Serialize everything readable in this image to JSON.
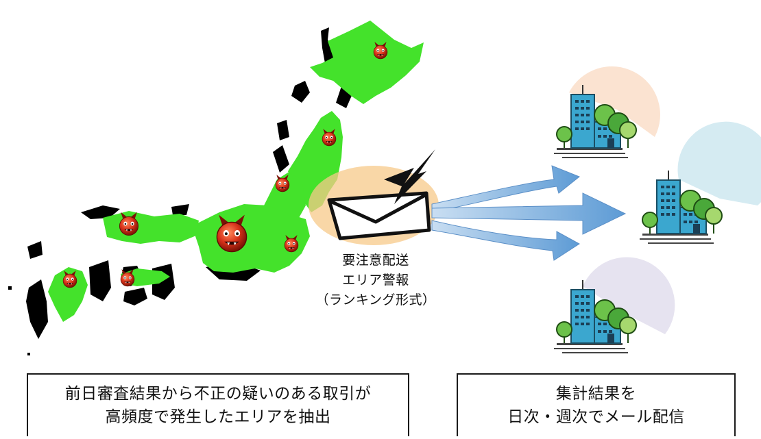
{
  "mail_label": {
    "line1": "要注意配送",
    "line2": "エリア警報",
    "line3": "（ランキング形式）"
  },
  "left_caption": {
    "line1": "前日審査結果から不正の疑いのある取引が",
    "line2": "高頻度で発生したエリアを抽出"
  },
  "right_caption": {
    "line1": "集計結果を",
    "line2": "日次・週次でメール配信"
  },
  "icons": {
    "map": "japan-map-icon",
    "alert": "devil-face-icon",
    "mail": "envelope-icon",
    "lightning": "lightning-icon",
    "arrow": "arrow-right-icon",
    "building": "office-building-icon"
  },
  "colors": {
    "highlight_area": "#44e22b",
    "other_area": "#000000",
    "devil": "#d8321a",
    "envelope_glow": "#f7c98a",
    "arrow": "#6fa8dc",
    "building": "#3ba7cf",
    "tree": "#6cc24a",
    "circle_orange": "#fbe3d1",
    "circle_blue": "#d5ebf2",
    "circle_purple": "#e6e3f0"
  },
  "alerts": [
    {
      "area": "北海道",
      "size": "small"
    },
    {
      "area": "東北",
      "size": "small"
    },
    {
      "area": "北陸",
      "size": "small"
    },
    {
      "area": "中部",
      "size": "large"
    },
    {
      "area": "関東",
      "size": "small"
    },
    {
      "area": "中国",
      "size": "small"
    },
    {
      "area": "四国",
      "size": "small"
    },
    {
      "area": "九州",
      "size": "small"
    }
  ]
}
